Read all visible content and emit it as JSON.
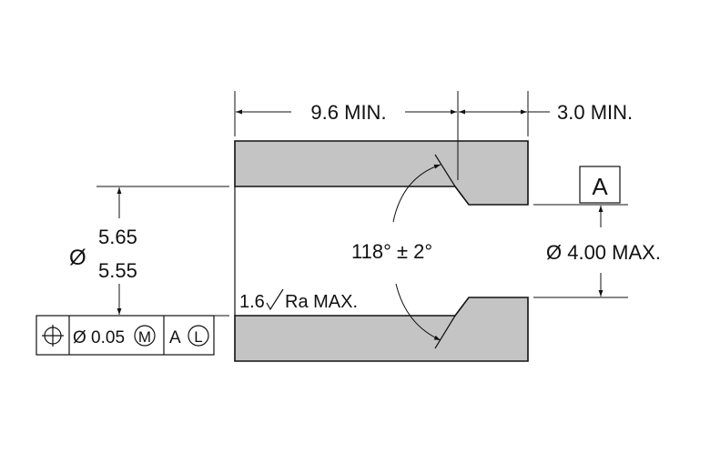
{
  "dimensions": {
    "length_min": "9.6 MIN.",
    "counterbore_min": "3.0 MIN.",
    "bore_dia_symbol": "Ø",
    "bore_upper": "5.65",
    "bore_lower": "5.55",
    "hole_dia": "Ø 4.00 MAX.",
    "angle": "118° ± 2°",
    "surface_value": "1.6",
    "surface_note": "Ra MAX."
  },
  "datum": {
    "letter": "A"
  },
  "feature_control_frame": {
    "symbol": "⊕",
    "tolerance": "Ø 0.05",
    "tol_modifier": "M",
    "datum_ref": "A",
    "datum_modifier": "L"
  }
}
